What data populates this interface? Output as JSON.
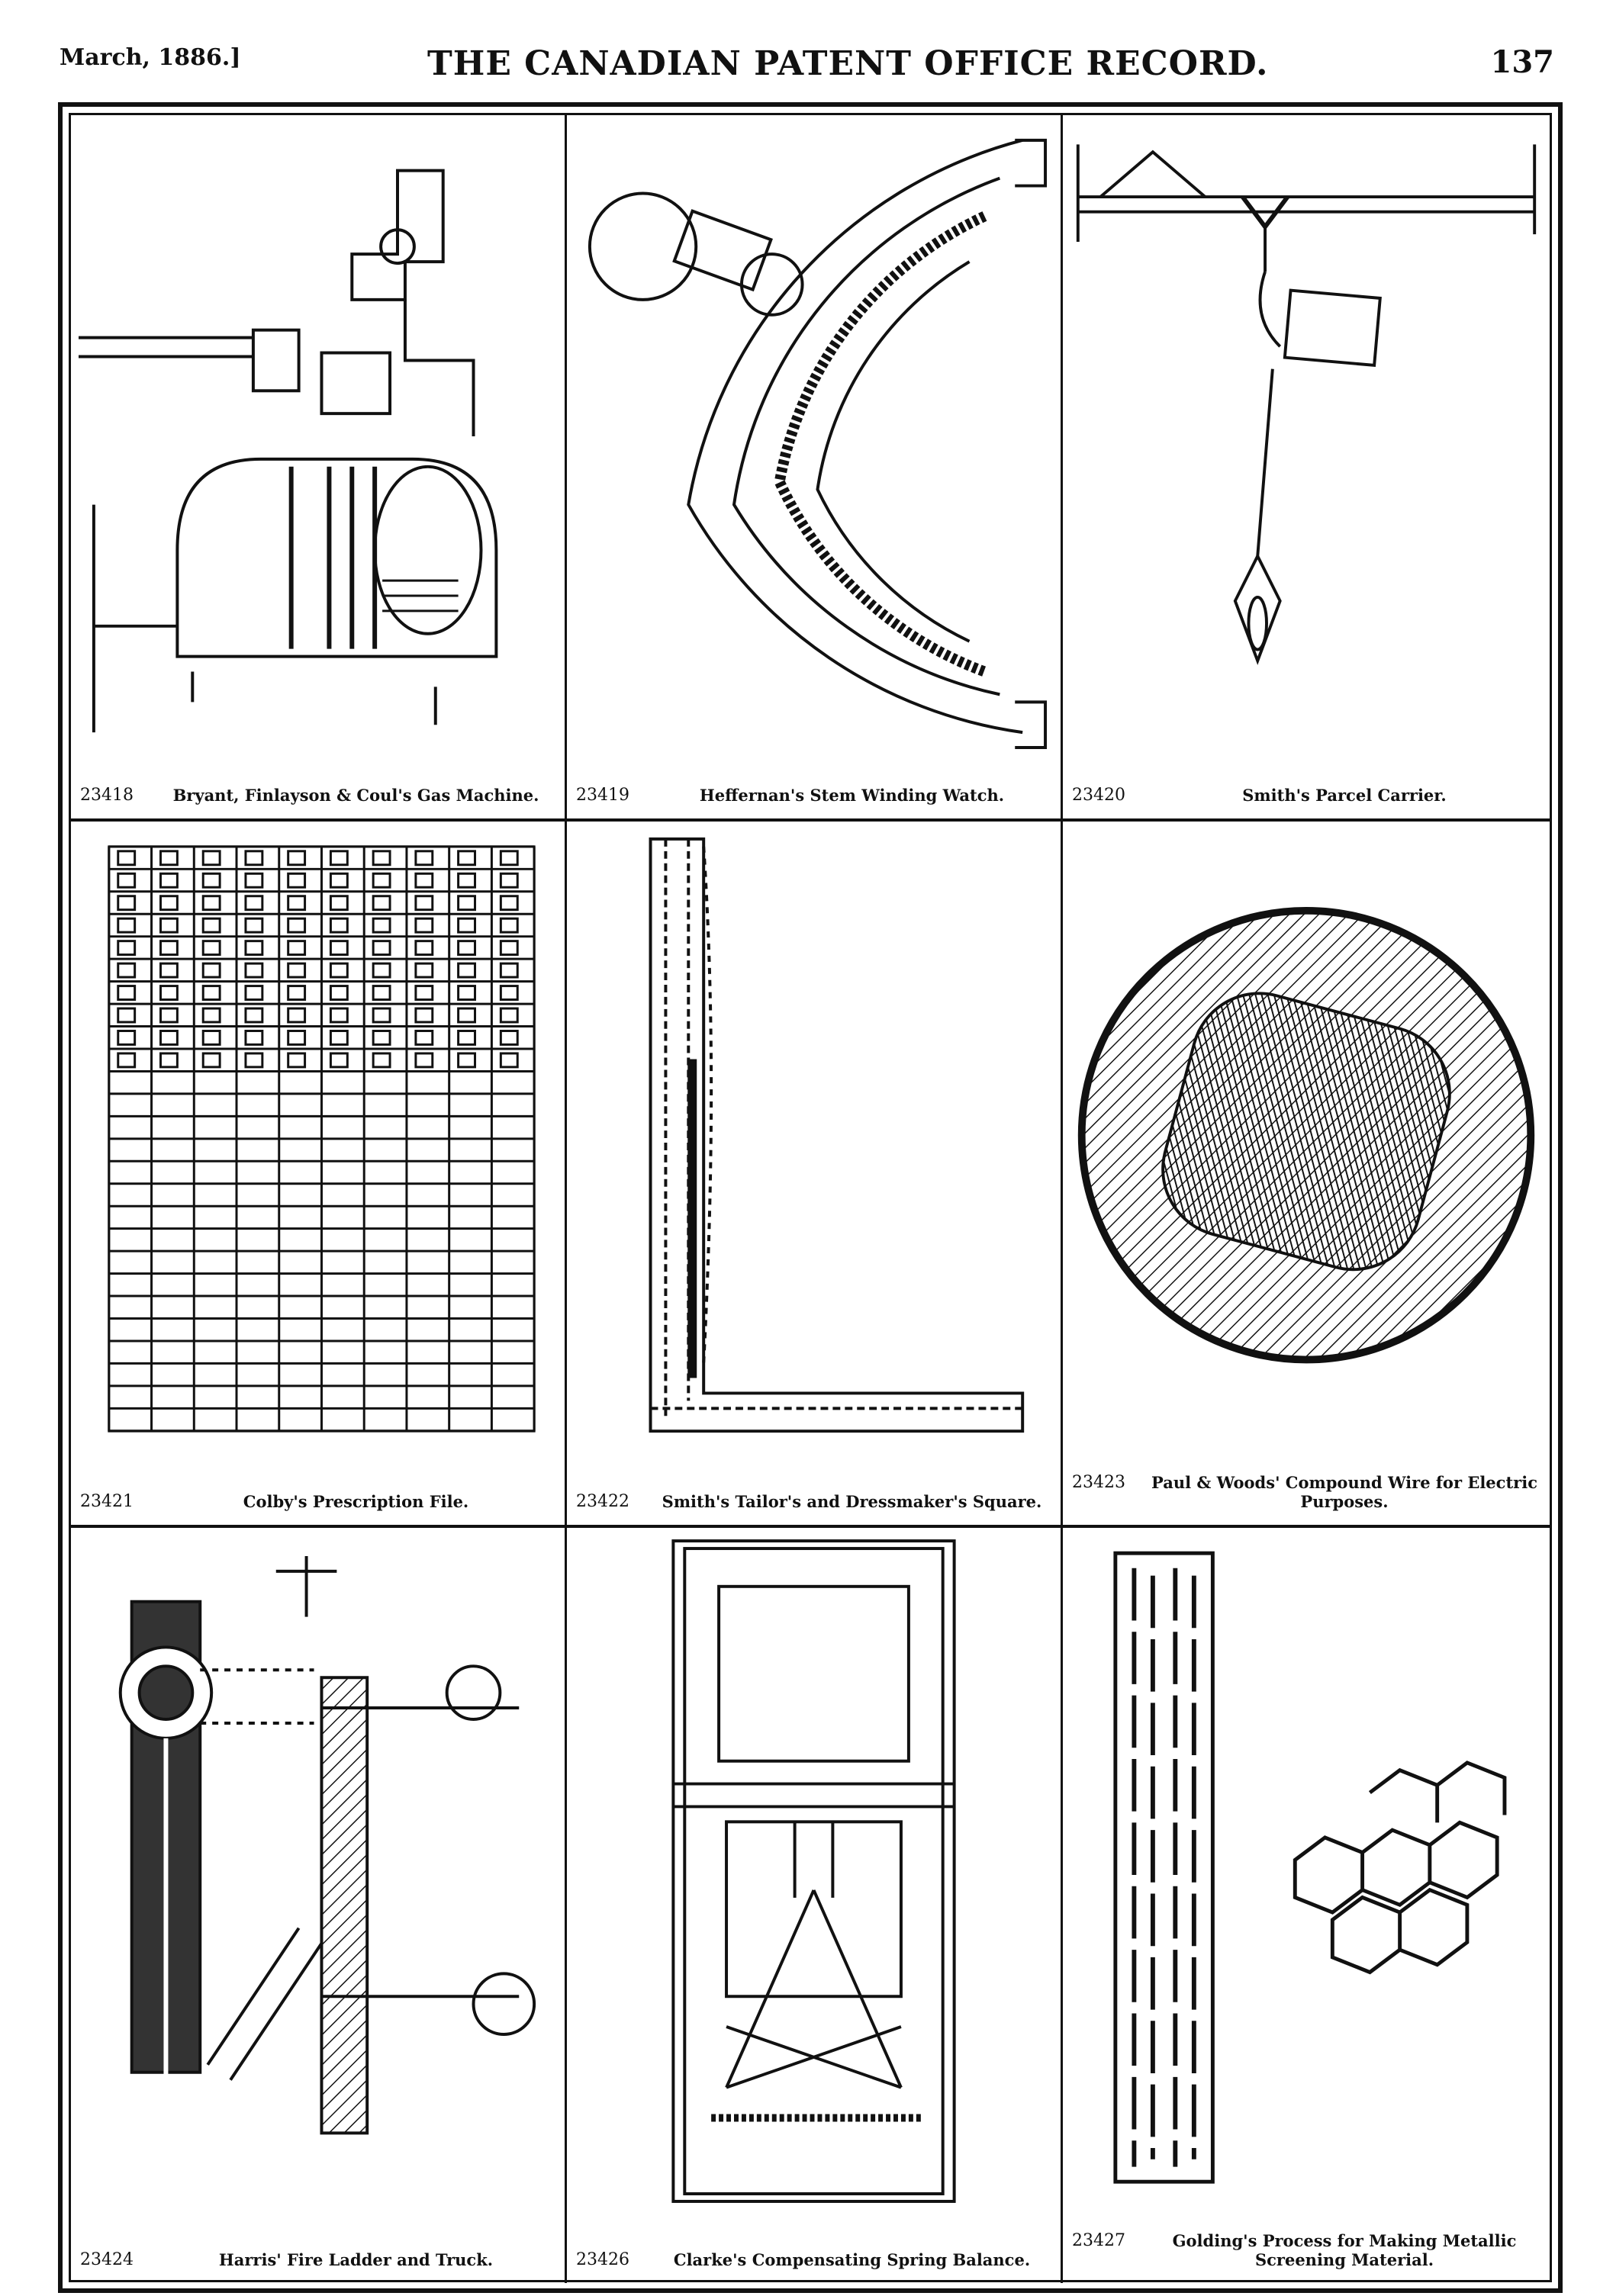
{
  "header": {
    "date": "March, 1886.]",
    "title": "THE CANADIAN PATENT OFFICE RECORD.",
    "page": "137"
  },
  "patents": [
    {
      "number": "23418",
      "title": "Bryant, Finlayson & Coul's Gas Machine."
    },
    {
      "number": "23419",
      "title": "Heffernan's Stem Winding Watch."
    },
    {
      "number": "23420",
      "title": "Smith's Parcel Carrier."
    },
    {
      "number": "23421",
      "title": "Colby's Prescription File."
    },
    {
      "number": "23422",
      "title": "Smith's Tailor's and Dressmaker's Square."
    },
    {
      "number": "23423",
      "title": "Paul & Woods' Compound Wire for Electric Purposes."
    },
    {
      "number": "23424",
      "title": "Harris' Fire Ladder and Truck."
    },
    {
      "number": "23426",
      "title": "Clarke's Compensating Spring Balance."
    },
    {
      "number": "23427",
      "title": "Golding's Process for Making Metallic Screening Material."
    }
  ]
}
